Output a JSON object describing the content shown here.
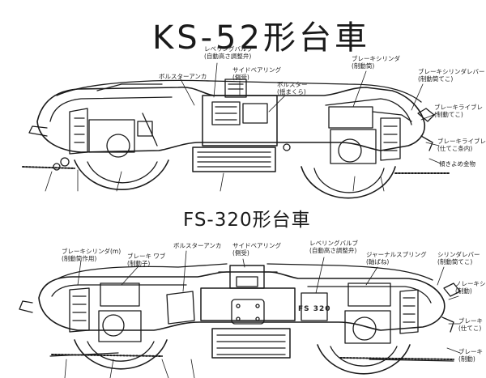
{
  "diagrams": [
    {
      "id": "ks52",
      "title": "KS-52形台車",
      "labels": [
        {
          "key": "bolster_anchor",
          "lines": [
            "ボルスターアンカ"
          ]
        },
        {
          "key": "leveling_valve",
          "lines": [
            "レベリングバルブ",
            "(自動高さ調整弁)"
          ]
        },
        {
          "key": "side_bearing",
          "lines": [
            "サイドベアリング",
            "(側受)"
          ]
        },
        {
          "key": "bolster",
          "lines": [
            "ボルスター",
            "(揺まくら)"
          ]
        },
        {
          "key": "brake_cylinder",
          "lines": [
            "ブレーキシリンダ",
            "(制動筒)"
          ]
        },
        {
          "key": "cylinder_lever",
          "lines": [
            "ブレーキシリンダレバー",
            "(制動筒てこ)"
          ]
        },
        {
          "key": "brake_lever",
          "lines": [
            "ブレーキライブレ",
            "(制動てこ)"
          ]
        },
        {
          "key": "brake_rod",
          "lines": [
            "ブレーキライブレ",
            "(仕てこ条内)"
          ]
        },
        {
          "key": "stopper",
          "lines": [
            "傾きよめ金物"
          ]
        }
      ]
    },
    {
      "id": "fs320",
      "title": "FS-320形台車",
      "labels": [
        {
          "key": "brake_cylinder",
          "lines": [
            "ブレーキシリンダ(m)",
            "(制動筒作用)"
          ]
        },
        {
          "key": "brake_shoe",
          "lines": [
            "ブレーキ ワブ",
            "(制動子)"
          ]
        },
        {
          "key": "bolster_anchor",
          "lines": [
            "ボルスターアンカ"
          ]
        },
        {
          "key": "side_bearing",
          "lines": [
            "サイドベアリング",
            "(側受)"
          ]
        },
        {
          "key": "leveling_valve",
          "lines": [
            "レベリングバルブ",
            "(自動高さ調整弁)"
          ]
        },
        {
          "key": "journal_spring",
          "lines": [
            "ジャーナルスプリング",
            "(軸ばね)"
          ]
        },
        {
          "key": "cylinder_lever",
          "lines": [
            "シリンダレバー",
            "(制動筒てこ)"
          ]
        },
        {
          "key": "lever_a",
          "lines": [
            "ノレーキシ",
            "(制動)"
          ]
        },
        {
          "key": "lever_b",
          "lines": [
            "ブレーキ",
            "(仕てこ)"
          ]
        },
        {
          "key": "lever_c",
          "lines": [
            "ブレーキ",
            "(制動)"
          ]
        }
      ],
      "bolster_plate": "FS 320"
    }
  ],
  "style": {
    "ink": "#1a1a1a",
    "paper": "#ffffff"
  }
}
